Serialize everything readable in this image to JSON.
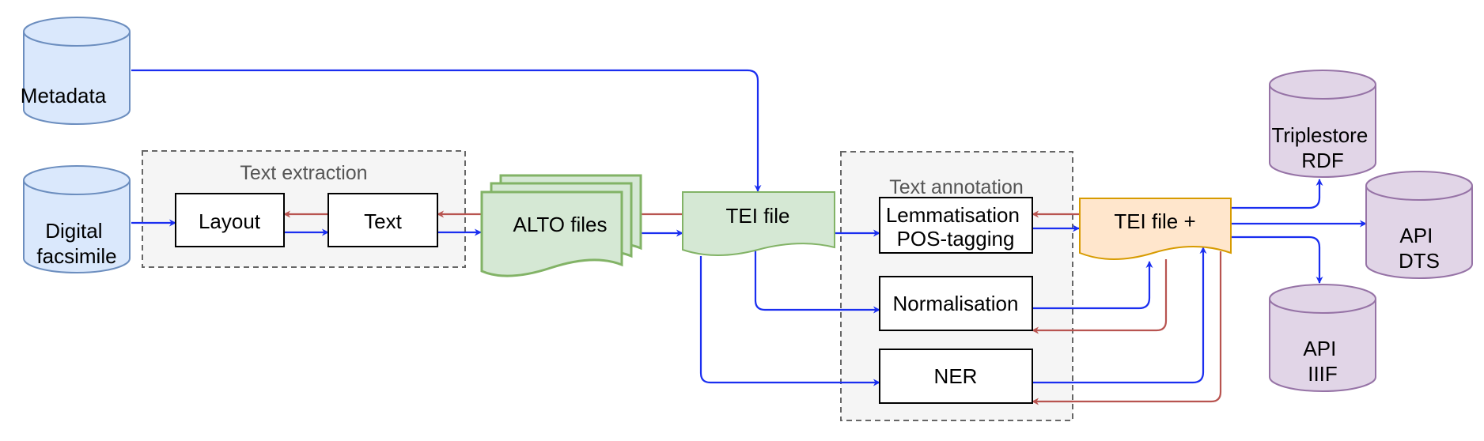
{
  "nodes": {
    "metadata": "Metadata",
    "digital_facsimile": [
      "Digital",
      "facsimile"
    ],
    "layout": "Layout",
    "text": "Text",
    "alto_files": "ALTO files",
    "tei_file": "TEI file",
    "lemmatisation": [
      "Lemmatisation",
      "POS-tagging"
    ],
    "normalisation": "Normalisation",
    "ner": "NER",
    "tei_file_plus": "TEI file +",
    "triplestore": [
      "Triplestore",
      "RDF"
    ],
    "api_dts": [
      "API",
      "DTS"
    ],
    "api_iiif": [
      "API",
      "IIIF"
    ]
  },
  "groups": {
    "text_extraction": "Text extraction",
    "text_annotation": "Text annotation"
  },
  "colors": {
    "forward_arrow": "#1a2ef0",
    "feedback_arrow": "#b85450",
    "input_fill": "#dae8fc",
    "input_stroke": "#6c8ebf",
    "output_fill": "#e1d5e7",
    "output_stroke": "#9673a6",
    "tei_fill": "#d5e8d4",
    "tei_stroke": "#82b366",
    "tei_plus_fill": "#ffe6cc",
    "tei_plus_stroke": "#d79b00",
    "group_fill": "#f5f5f5",
    "group_stroke": "#666666"
  }
}
